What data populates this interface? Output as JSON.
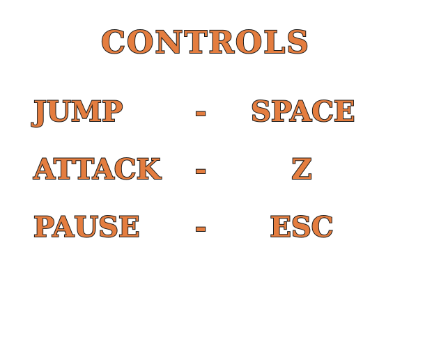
{
  "screen": {
    "title": "CONTROLS"
  },
  "controls": [
    {
      "action": "JUMP",
      "separator": "-",
      "key": "SPACE"
    },
    {
      "action": "ATTACK",
      "separator": "-",
      "key": "Z"
    },
    {
      "action": "PAUSE",
      "separator": "-",
      "key": "ESC"
    }
  ],
  "colors": {
    "text_fill": "#e47d3f",
    "text_outline": "#1a1a1a",
    "background": "#ffffff"
  }
}
